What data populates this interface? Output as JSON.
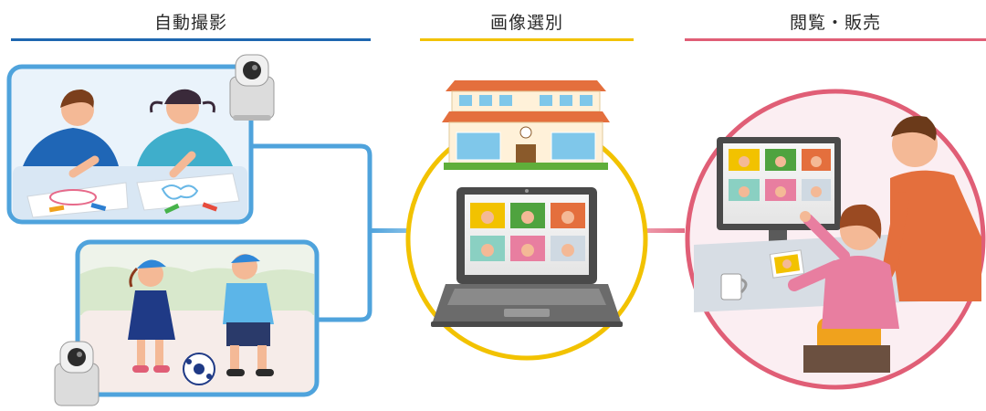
{
  "sections": [
    {
      "title": "自動撮影",
      "color": "#1e67b0"
    },
    {
      "title": "画像選別",
      "color": "#f2c200"
    },
    {
      "title": "閲覧・販売",
      "color": "#e05e76"
    }
  ],
  "icons": [
    "ptz-camera-icon",
    "school-building-icon",
    "laptop-icon",
    "monitor-icon",
    "photo-print-icon",
    "coffee-mug-icon"
  ]
}
